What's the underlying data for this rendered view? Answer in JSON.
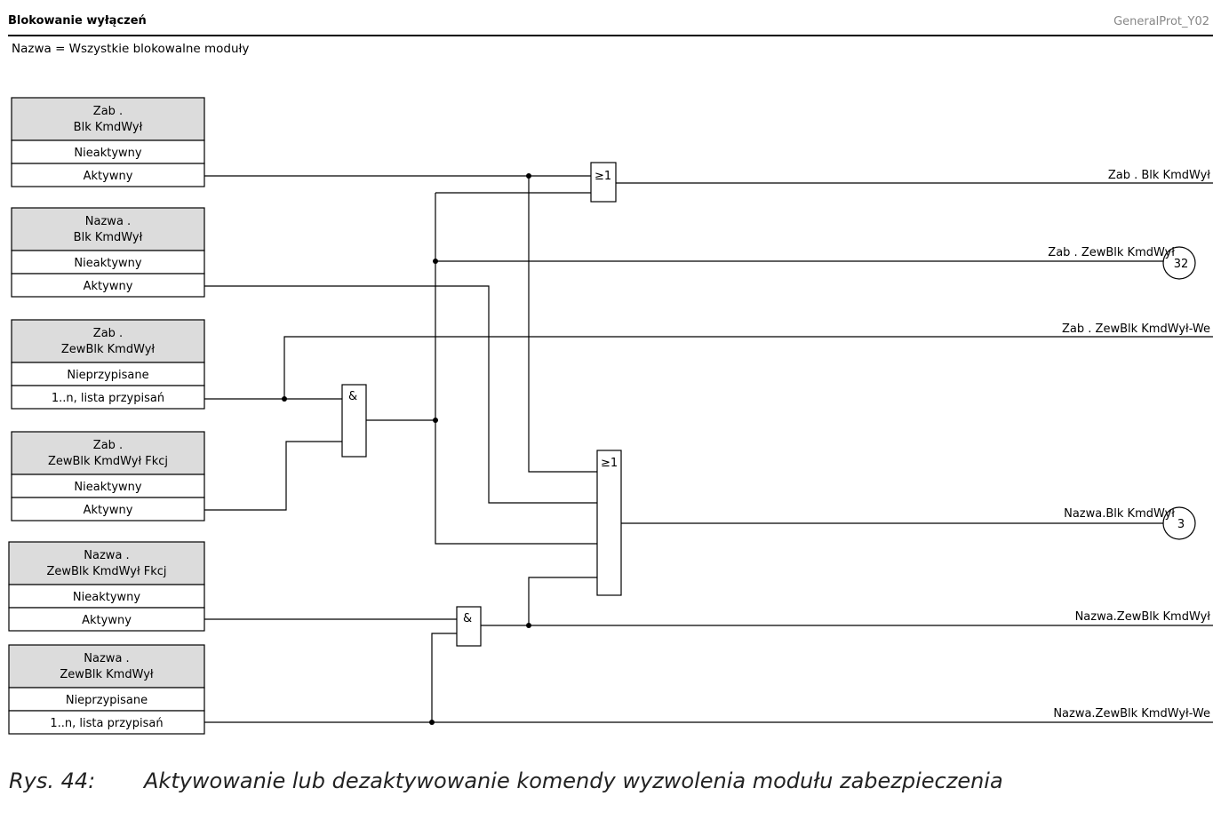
{
  "header": {
    "title": "Blokowanie wyłączeń",
    "diagram_id": "GeneralProt_Y02"
  },
  "subtitle": "Nazwa = Wszystkie blokowalne moduły",
  "input_blocks": [
    {
      "title_lines": [
        "Zab .",
        "Blk KmdWył"
      ],
      "options": [
        "Nieaktywny",
        "Aktywny"
      ]
    },
    {
      "title_lines": [
        "Nazwa .",
        "Blk KmdWył"
      ],
      "options": [
        "Nieaktywny",
        "Aktywny"
      ]
    },
    {
      "title_lines": [
        "Zab .",
        "ZewBlk KmdWył"
      ],
      "options": [
        "Nieprzypisane",
        "1..n, lista przypisań"
      ]
    },
    {
      "title_lines": [
        "Zab .",
        "ZewBlk KmdWył Fkcj"
      ],
      "options": [
        "Nieaktywny",
        "Aktywny"
      ]
    },
    {
      "title_lines": [
        "Nazwa .",
        "ZewBlk KmdWył Fkcj"
      ],
      "options": [
        "Nieaktywny",
        "Aktywny"
      ]
    },
    {
      "title_lines": [
        "Nazwa .",
        "ZewBlk KmdWył"
      ],
      "options": [
        "Nieprzypisane",
        "1..n, lista przypisań"
      ]
    }
  ],
  "gates": {
    "or_top": "≥1",
    "and_upper": "&",
    "or_big": "≥1",
    "and_lower": "&"
  },
  "outputs": [
    {
      "label": "Zab . Blk KmdWył"
    },
    {
      "label": "Zab . ZewBlk KmdWył",
      "ref": "32"
    },
    {
      "label": "Zab . ZewBlk KmdWył-We"
    },
    {
      "label": "Nazwa.Blk KmdWył",
      "ref": "3"
    },
    {
      "label": "Nazwa.ZewBlk KmdWył"
    },
    {
      "label": "Nazwa.ZewBlk KmdWył-We"
    }
  ],
  "caption": {
    "number": "Rys. 44:",
    "text": "Aktywowanie lub dezaktywowanie komendy wyzwolenia modułu zabezpieczenia"
  },
  "colors": {
    "block_header": "#dcdcdc",
    "line": "#000000",
    "header_id": "#888888"
  }
}
